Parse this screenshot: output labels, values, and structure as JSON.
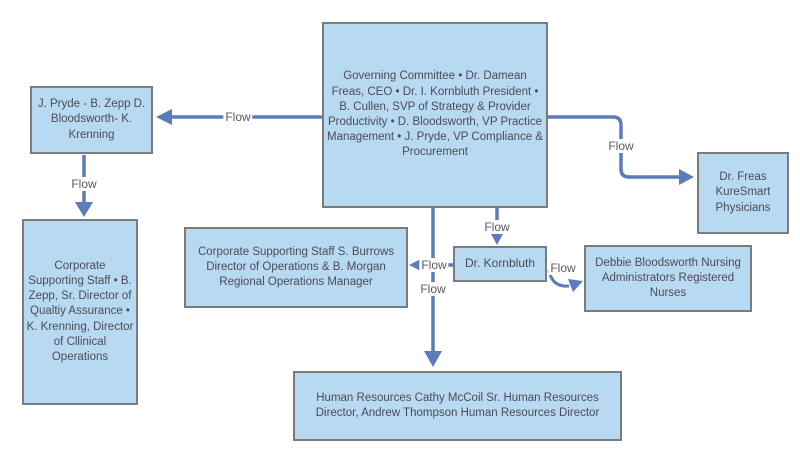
{
  "diagram": {
    "title_hint": "Organizational flow chart",
    "flow_label": "Flow",
    "nodes": {
      "governing": "Governing Committee • Dr. Damean Freas, CEO • Dr. I. Kornbluth President • B. Cullen, SVP of Strategy & Provider Productivity • D. Bloodsworth, VP Practice Management • J. Pryde, VP Compliance & Procurement",
      "pryde_zepp": "J. Pryde - B. Zepp D. Bloodsworth- K. Krenning",
      "corporate_staff_left": "Corporate Supporting Staff • B. Zepp, Sr. Director of Qualtiy Assurance • K. Krenning, Director of Cllinical Operations",
      "corporate_staff_center": "Corporate Supporting Staff S. Burrows Director of Operations & B. Morgan Regional Operations Manager",
      "kornbluth": "Dr. Kornbluth",
      "nursing": "Debbie Bloodsworth Nursing Administrators Registered Nurses",
      "freas_kuresmart": "Dr. Freas KureSmart Physicians",
      "human_resources": "Human Resources Cathy McCoil Sr. Human Resources Director, Andrew Thompson Human Resources Director"
    },
    "colors": {
      "node_fill": "#b8d9f2",
      "node_border": "#7b7b7b",
      "connector": "#5b7cba",
      "text": "#4b4b57"
    }
  }
}
